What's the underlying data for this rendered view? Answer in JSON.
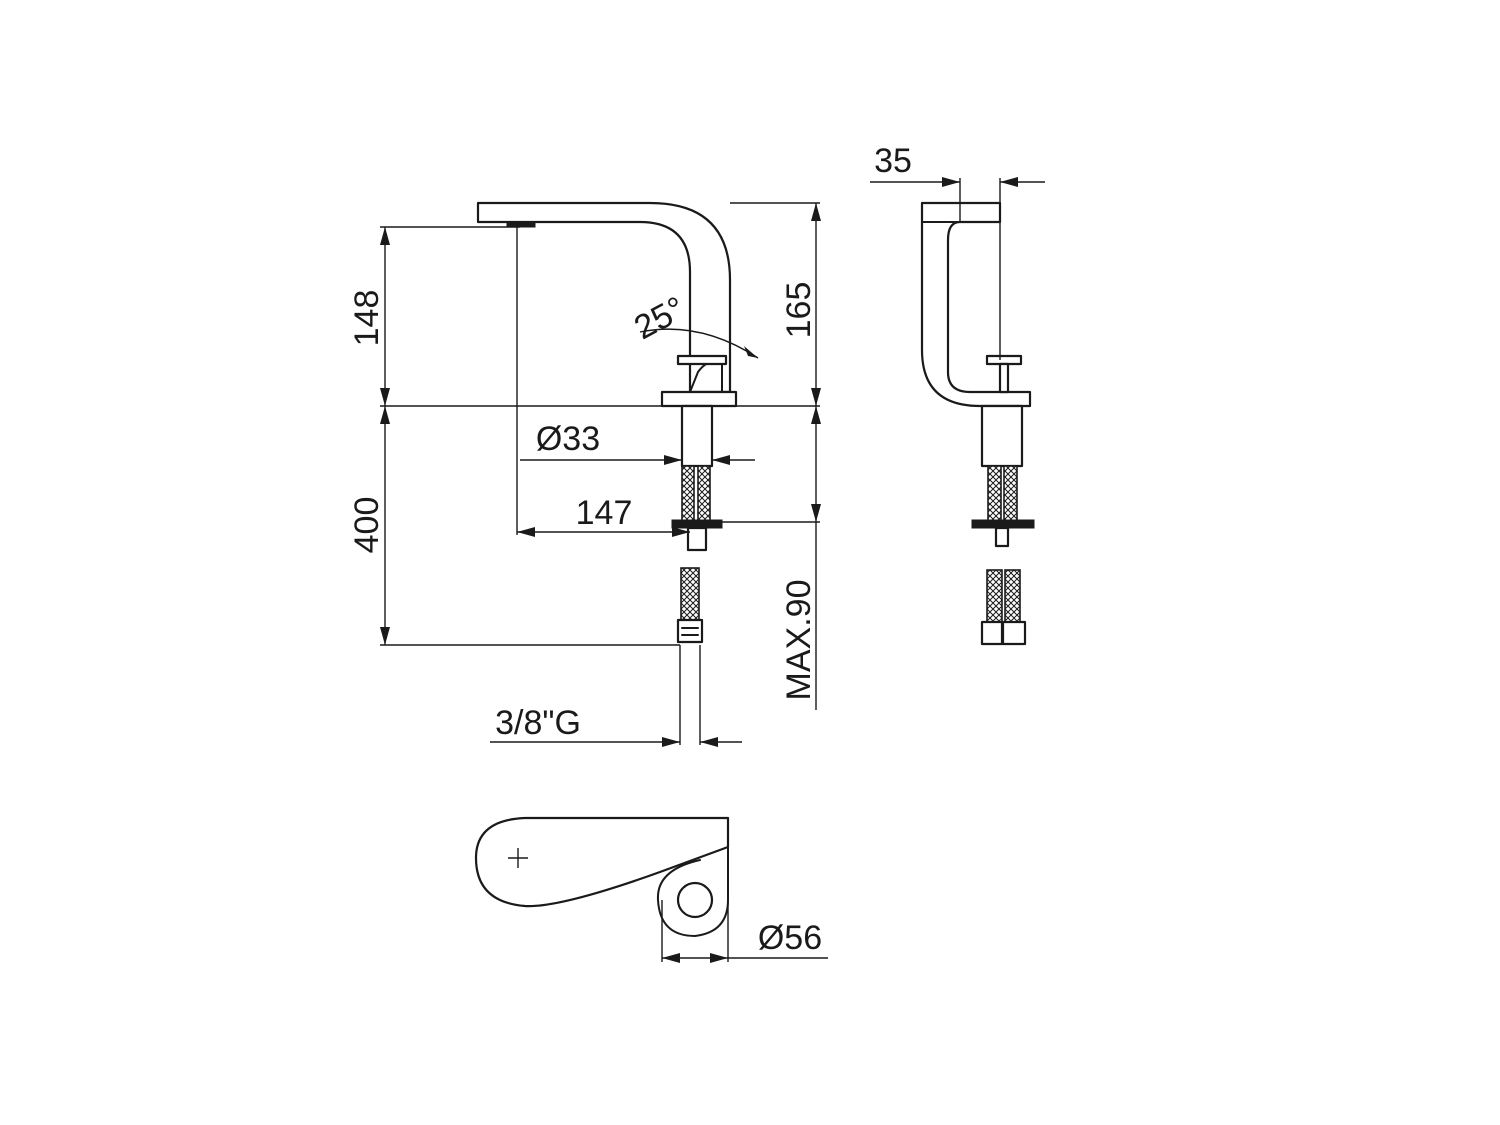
{
  "dimensions": {
    "spout_height": "148",
    "total_height": "165",
    "angle": "25°",
    "body_diameter": "Ø33",
    "hose_length": "400",
    "reach": "147",
    "max_thickness": "MAX.90",
    "connection": "3/8\"G",
    "side_width": "35",
    "base_diameter": "Ø56"
  },
  "colors": {
    "line": "#1a1a1a",
    "background": "#ffffff"
  }
}
